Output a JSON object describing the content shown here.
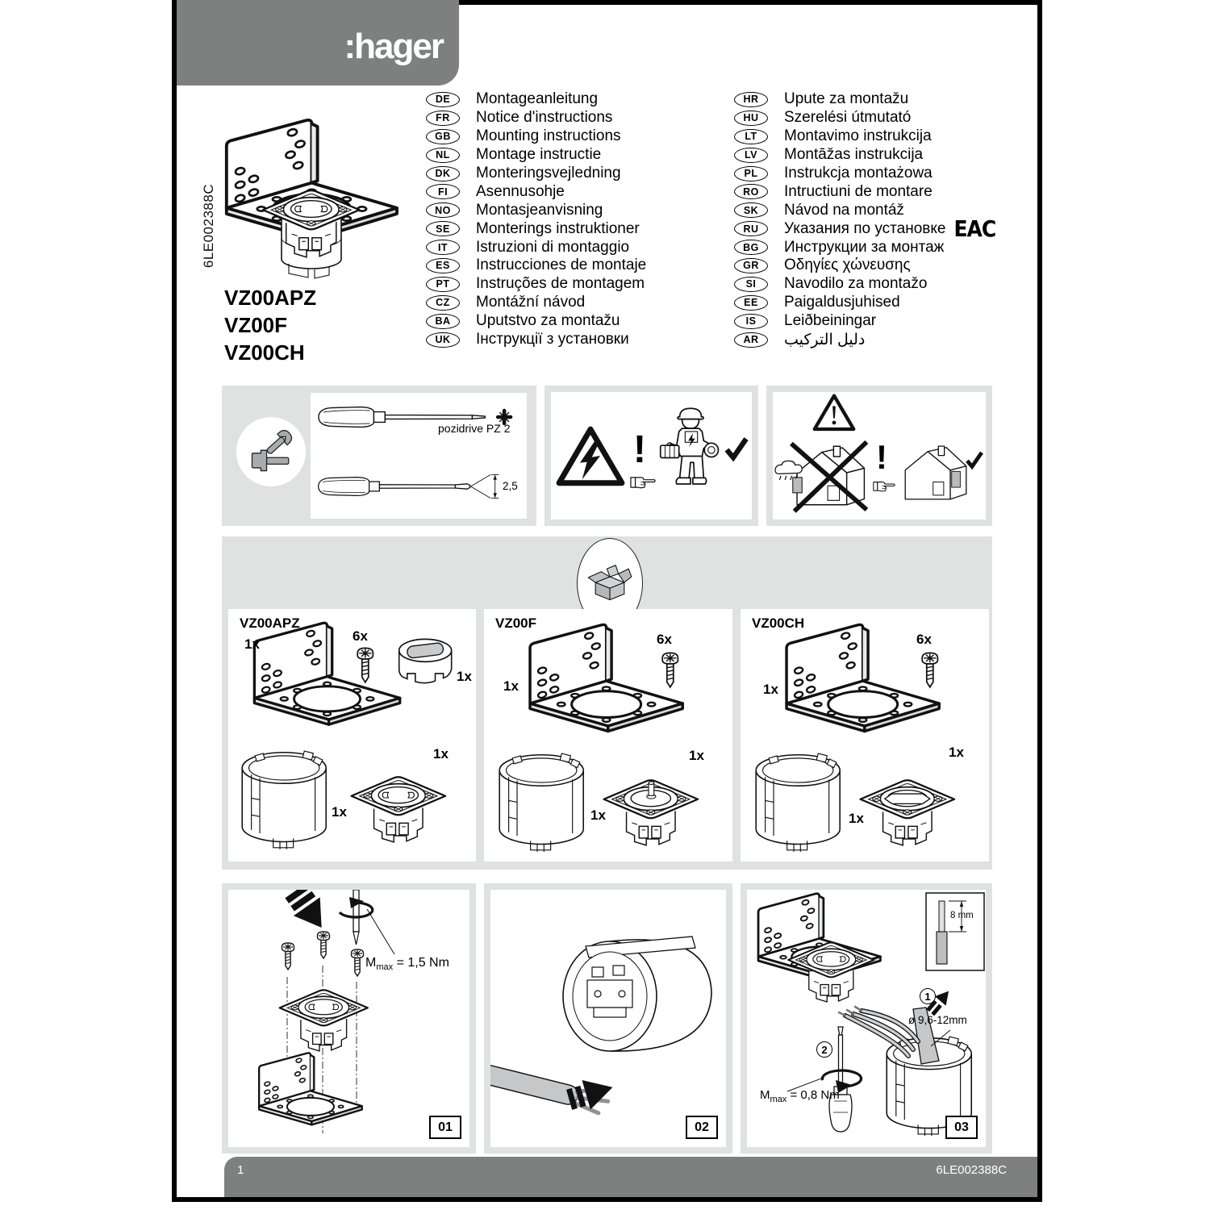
{
  "header": {
    "brand": ":hager"
  },
  "side_code": "6LE002388C",
  "products": [
    "VZ00APZ",
    "VZ00F",
    "VZ00CH"
  ],
  "languages_left": [
    {
      "code": "DE",
      "label": "Montageanleitung"
    },
    {
      "code": "FR",
      "label": "Notice d'instructions"
    },
    {
      "code": "GB",
      "label": "Mounting instructions"
    },
    {
      "code": "NL",
      "label": "Montage instructie"
    },
    {
      "code": "DK",
      "label": "Monteringsvejledning"
    },
    {
      "code": "FI",
      "label": "Asennusohje"
    },
    {
      "code": "NO",
      "label": "Montasjeanvisning"
    },
    {
      "code": "SE",
      "label": "Monterings instruktioner"
    },
    {
      "code": "IT",
      "label": "Istruzioni di montaggio"
    },
    {
      "code": "ES",
      "label": "Instrucciones de montaje"
    },
    {
      "code": "PT",
      "label": "Instruções de montagem"
    },
    {
      "code": "CZ",
      "label": "Montážní návod"
    },
    {
      "code": "BA",
      "label": "Uputstvo za montažu"
    },
    {
      "code": "UK",
      "label": "Інструкції з установки"
    }
  ],
  "languages_right": [
    {
      "code": "HR",
      "label": "Upute za montažu"
    },
    {
      "code": "HU",
      "label": "Szerelési útmutató"
    },
    {
      "code": "LT",
      "label": "Montavimo instrukcija"
    },
    {
      "code": "LV",
      "label": "Montāžas instrukcija"
    },
    {
      "code": "PL",
      "label": "Instrukcja montażowa"
    },
    {
      "code": "RO",
      "label": "Intructiuni de montare"
    },
    {
      "code": "SK",
      "label": "Návod na montáž"
    },
    {
      "code": "RU",
      "label": "Указания по установке"
    },
    {
      "code": "BG",
      "label": "Инструкции за монтаж"
    },
    {
      "code": "GR",
      "label": "Οδηγίες χώνευσης"
    },
    {
      "code": "SI",
      "label": "Navodilo za montažo"
    },
    {
      "code": "EE",
      "label": "Paigaldusjuhised"
    },
    {
      "code": "IS",
      "label": "Leiðbeiningar"
    },
    {
      "code": "AR",
      "label": "دليل التركيب"
    }
  ],
  "eac_mark": "EAC",
  "tools": {
    "pozidrive": "pozidrive PZ 2",
    "flat_width": "2,5"
  },
  "warnings": {
    "exclamation": "!"
  },
  "packaging": {
    "boxes": [
      {
        "title": "VZ00APZ",
        "qty_bracket": "1x",
        "qty_screws": "6x",
        "qty_cap": "1x",
        "qty_sleeve": "1x",
        "qty_socket": "1x"
      },
      {
        "title": "VZ00F",
        "qty_bracket": "1x",
        "qty_screws": "6x",
        "qty_sleeve": "1x",
        "qty_socket": "1x"
      },
      {
        "title": "VZ00CH",
        "qty_bracket": "1x",
        "qty_screws": "6x",
        "qty_sleeve": "1x",
        "qty_socket": "1x"
      }
    ]
  },
  "steps": {
    "s1": {
      "num": "01",
      "torque_m": "M",
      "torque_sub": "max",
      "torque_val": "= 1,5 Nm"
    },
    "s2": {
      "num": "02"
    },
    "s3": {
      "num": "03",
      "strip": "8 mm",
      "mark1": "1",
      "mark2": "2",
      "cable": "ø 9,6-12mm",
      "torque_m": "M",
      "torque_sub": "max",
      "torque_val": "= 0,8 Nm"
    }
  },
  "footer": {
    "page": "1",
    "code": "6LE002388C"
  }
}
